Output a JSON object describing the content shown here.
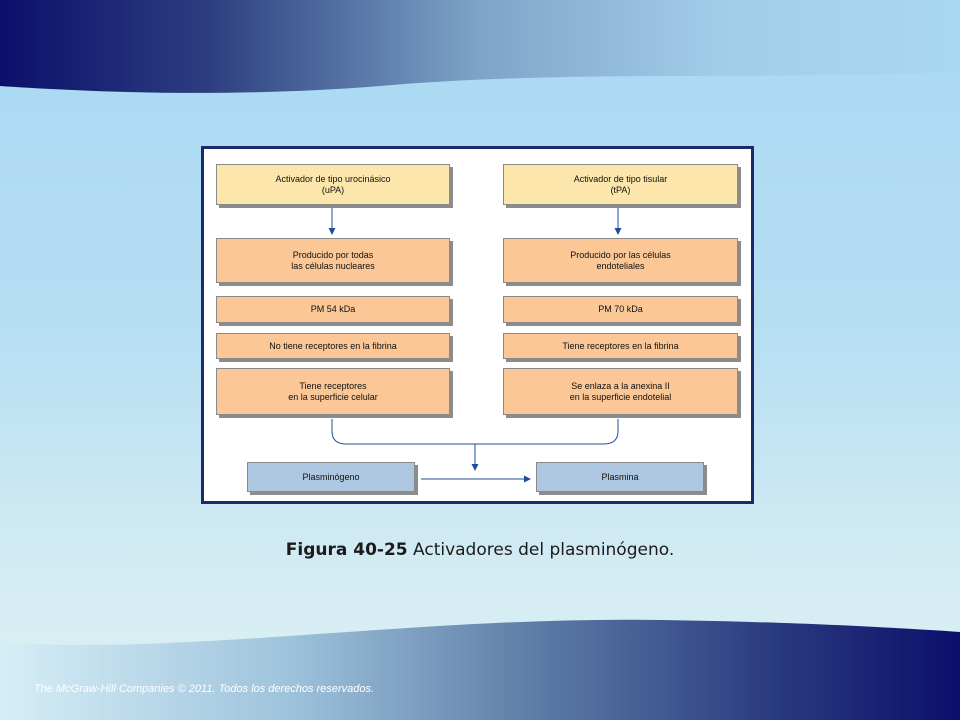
{
  "colors": {
    "band_dark": "#0b0f6b",
    "band_light": "#a9d8f3",
    "frame_border": "#1a2a6c",
    "box_yellow": "#fde6ac",
    "box_orange": "#fbc796",
    "box_blue": "#aec7e1",
    "arrow": "#1f4f9a"
  },
  "diagram": {
    "left": {
      "activator": "Activador de tipo urocinásico\n(uPA)",
      "produced": "Producido por todas\nlas células nucleares",
      "weight": "PM 54 kDa",
      "fibrin": "No tiene receptores en la fibrina",
      "surface": "Tiene receptores\nen la superficie celular"
    },
    "right": {
      "activator": "Activador de tipo tisular\n(tPA)",
      "produced": "Producido por las células\nendoteliales",
      "weight": "PM 70 kDa",
      "fibrin": "Tiene receptores en la fibrina",
      "surface": "Se enlaza a la anexina II\nen la superficie endotelial"
    },
    "plasminogen": "Plasminógeno",
    "plasmin": "Plasmina"
  },
  "caption": {
    "label": "Figura 40-25",
    "text": "Activadores del plasminógeno."
  },
  "footer": "The McGraw-Hill  Companies © 2011. Todos los derechos reservados."
}
